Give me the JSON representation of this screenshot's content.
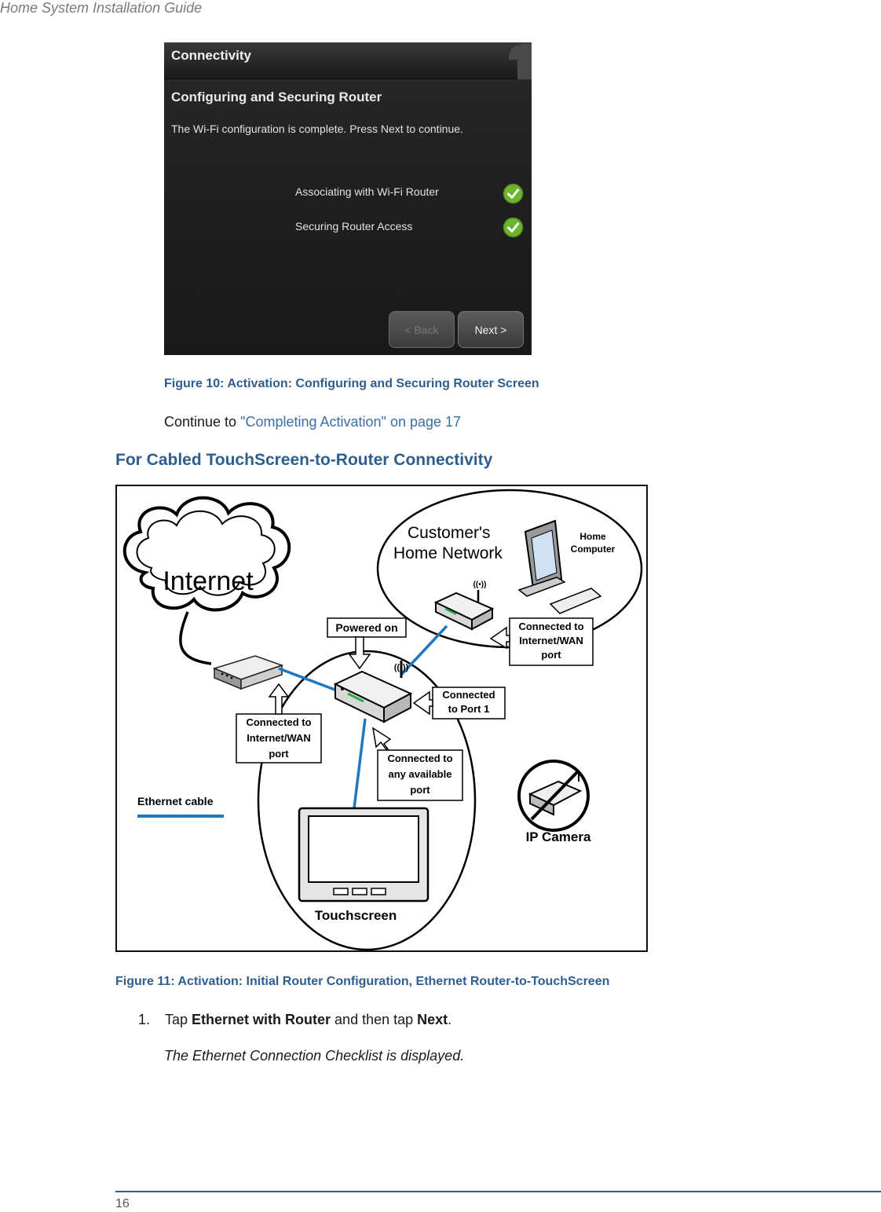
{
  "header": {
    "running_title": "Home System Installation Guide"
  },
  "figure10": {
    "screen": {
      "title": "Connectivity",
      "heading": "Configuring and Securing Router",
      "message": "The Wi-Fi configuration is complete.  Press Next to continue.",
      "steps": [
        {
          "label": "Associating with Wi-Fi Router",
          "status": "complete",
          "icon": "check-icon"
        },
        {
          "label": "Securing Router Access",
          "status": "complete",
          "icon": "check-icon"
        }
      ],
      "back_label": "< Back",
      "next_label": "Next >"
    },
    "caption": "Figure 10:  Activation: Configuring and Securing Router Screen"
  },
  "continue": {
    "prefix": "Continue to ",
    "link": "\"Completing Activation\" on page 17"
  },
  "section": {
    "heading": "For Cabled TouchScreen-to-Router Connectivity"
  },
  "figure11": {
    "diagram": {
      "internet": "Internet",
      "home_network_l1": "Customer's",
      "home_network_l2": "Home Network",
      "home_computer_l1": "Home",
      "home_computer_l2": "Computer",
      "powered_on": "Powered on",
      "connected_wan_top": [
        "Connected to",
        "Internet/WAN",
        "port"
      ],
      "connected_port1": [
        "Connected",
        "to Port 1"
      ],
      "connected_wan_left": [
        "Connected to",
        "Internet/WAN",
        "port"
      ],
      "connected_any": [
        "Connected to",
        "any available",
        "port"
      ],
      "ethernet_cable": "Ethernet cable",
      "ip_camera": "IP Camera",
      "touchscreen": "Touchscreen"
    },
    "caption": "Figure 11:  Activation: Initial Router Configuration, Ethernet Router-to-TouchScreen"
  },
  "instructions": {
    "step_number": "1.",
    "tap": "Tap ",
    "option": "Ethernet with Router",
    "middle": " and then tap ",
    "button": "Next",
    "end": ".",
    "result": "The Ethernet Connection Checklist is displayed."
  },
  "footer": {
    "page_number": "16"
  },
  "colors": {
    "heading_blue": "#2e5e8e",
    "link_blue": "#3a6ea5",
    "cable_blue": "#1f78c1",
    "check_green": "#6cb52d"
  }
}
